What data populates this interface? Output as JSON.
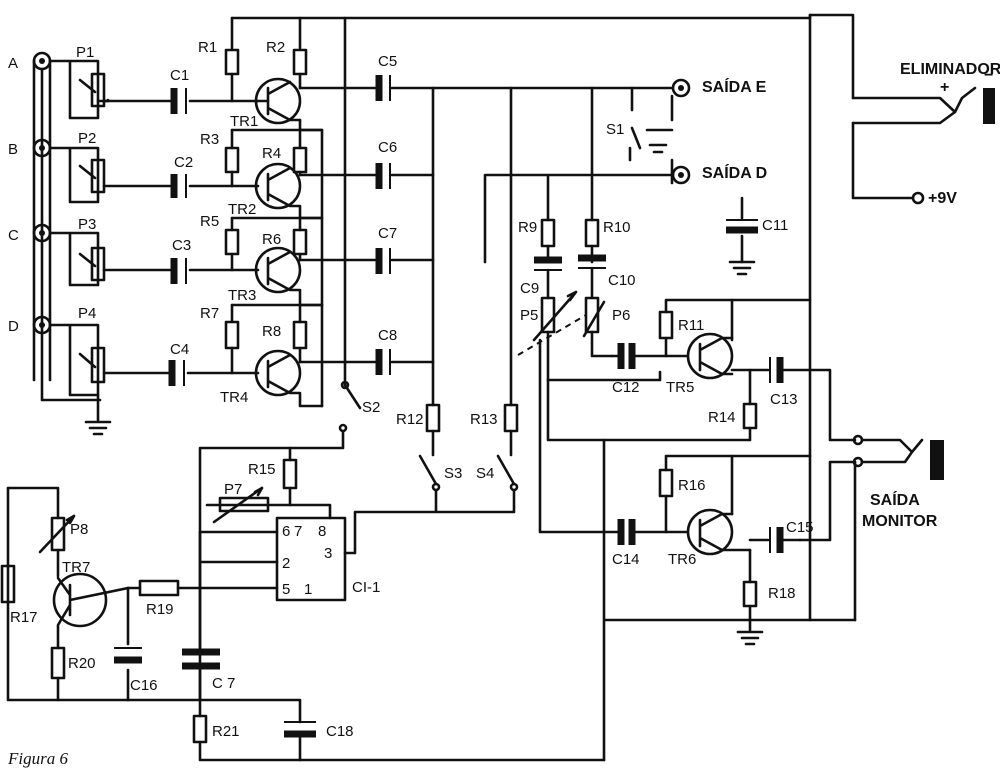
{
  "figure_caption": "Figura 6",
  "inputs": [
    "A",
    "B",
    "C",
    "D"
  ],
  "potentiometers": [
    "P1",
    "P2",
    "P3",
    "P4",
    "P5",
    "P6",
    "P7",
    "P8"
  ],
  "resistors": [
    "R1",
    "R2",
    "R3",
    "R4",
    "R5",
    "R6",
    "R7",
    "R8",
    "R9",
    "R10",
    "R11",
    "R12",
    "R13",
    "R14",
    "R15",
    "R16",
    "R17",
    "R18",
    "R19",
    "R20",
    "R21"
  ],
  "capacitors": [
    "C1",
    "C2",
    "C3",
    "C4",
    "C5",
    "C6",
    "C7",
    "C8",
    "C9",
    "C10",
    "C11",
    "C12",
    "C13",
    "C14",
    "C15",
    "C16",
    "C 7",
    "C18"
  ],
  "transistors": [
    "TR1",
    "TR2",
    "TR3",
    "TR4",
    "TR5",
    "TR6",
    "TR7"
  ],
  "switches": [
    "S1",
    "S2",
    "S3",
    "S4"
  ],
  "ic": {
    "name": "CI-1",
    "pins": [
      "6",
      "7",
      "8",
      "2",
      "3",
      "5",
      "1"
    ]
  },
  "outputs": {
    "left": "SAÍDA E",
    "right": "SAÍDA D",
    "monitor_line1": "SAÍDA",
    "monitor_line2": "MONITOR"
  },
  "power": {
    "adapter": "ELIMINADOR",
    "plus": "+",
    "minus": "−",
    "supply": "+9V"
  }
}
